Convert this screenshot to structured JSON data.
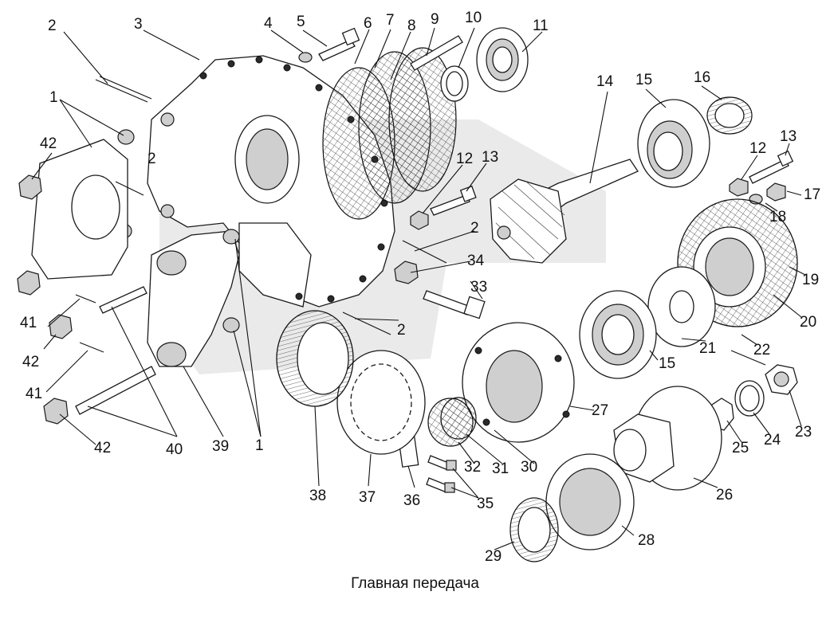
{
  "caption": "Главная передача",
  "labels": [
    "1",
    "2",
    "3",
    "4",
    "5",
    "6",
    "7",
    "8",
    "9",
    "10",
    "11",
    "12",
    "13",
    "14",
    "15",
    "16",
    "17",
    "18",
    "19",
    "20",
    "21",
    "22",
    "23",
    "24",
    "25",
    "26",
    "27",
    "28",
    "29",
    "30",
    "31",
    "32",
    "33",
    "34",
    "35",
    "36",
    "37",
    "38",
    "39",
    "40",
    "41",
    "42"
  ]
}
